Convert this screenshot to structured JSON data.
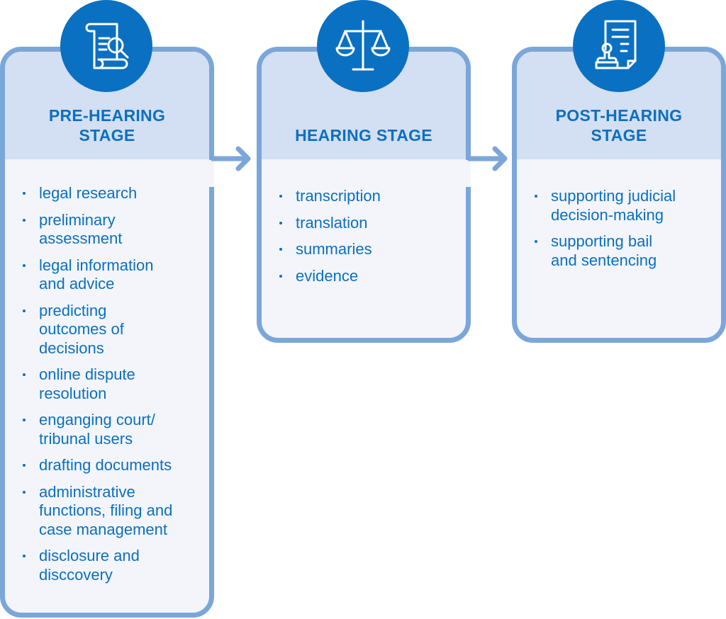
{
  "stages": [
    {
      "title_line1": "PRE-HEARING",
      "title_line2": "STAGE",
      "icon": "scroll-magnifier-icon",
      "items": [
        "legal research",
        "preliminary assessment",
        "legal information and advice",
        "predicting outcomes of decisions",
        "online dispute resolution",
        "enganging court/ tribunal users",
        "drafting documents",
        "administrative functions, filing and case management",
        "disclosure and disccovery"
      ]
    },
    {
      "title_line1": "HEARING STAGE",
      "title_line2": "",
      "icon": "scales-of-justice-icon",
      "items": [
        "transcription",
        "translation",
        "summaries",
        "evidence"
      ]
    },
    {
      "title_line1": "POST-HEARING",
      "title_line2": "STAGE",
      "icon": "stamped-document-icon",
      "items": [
        "supporting judicial decision-making",
        "supporting bail and sentencing"
      ]
    }
  ],
  "colors": {
    "primary": "#0a70c2",
    "border": "#7ba6d9",
    "header_bg": "#d3dff2",
    "body_bg": "#f3f5fb"
  }
}
